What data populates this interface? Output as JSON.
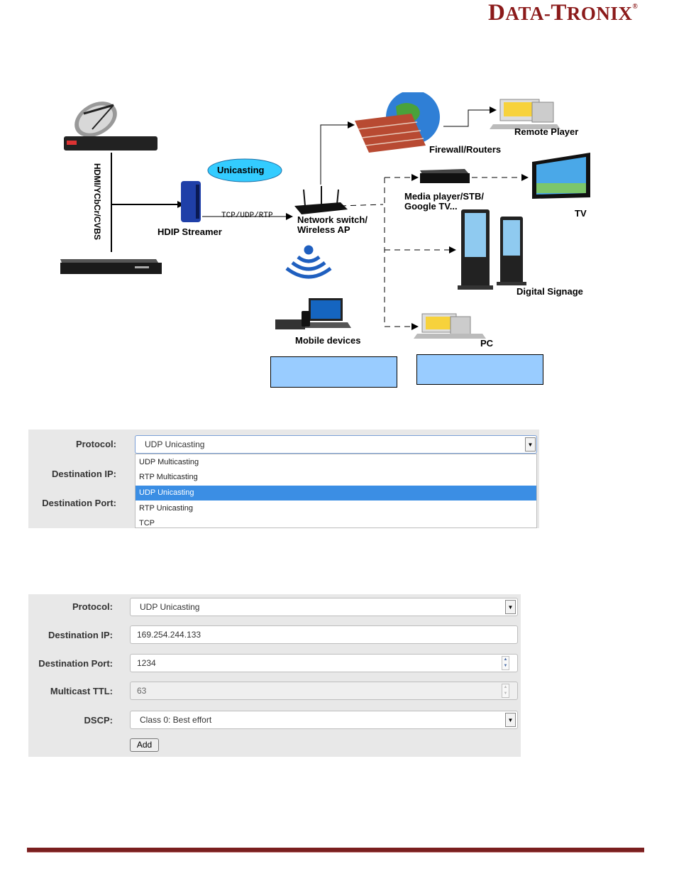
{
  "logo": {
    "first_cap": "D",
    "first_rest": "ATA-",
    "second_cap": "T",
    "second_rest": "RONIX",
    "reg": "®"
  },
  "diagram": {
    "source_cable_label": "HDMI/YCbCr/CVBS",
    "streamer_label": "HDIP Streamer",
    "unicasting_label": "Unicasting",
    "protocol_label": "TCP/UDP/RTP",
    "switch_label_line1": "Network switch/",
    "switch_label_line2": "Wireless AP",
    "firewall_label": "Firewall/Routers",
    "remote_player_label": "Remote Player",
    "media_player_line1": "Media player/STB/",
    "media_player_line2": "Google TV...",
    "tv_label": "TV",
    "signage_label": "Digital Signage",
    "mobile_label": "Mobile devices",
    "pc_label": "PC"
  },
  "form1": {
    "protocol_label": "Protocol:",
    "protocol_value": "UDP Unicasting",
    "dest_ip_label": "Destination IP:",
    "dest_port_label": "Destination Port:",
    "options": [
      "UDP Multicasting",
      "RTP Multicasting",
      "UDP Unicasting",
      "RTP Unicasting",
      "TCP"
    ],
    "selected_option": "UDP Unicasting"
  },
  "form2": {
    "protocol_label": "Protocol:",
    "protocol_value": "UDP Unicasting",
    "dest_ip_label": "Destination IP:",
    "dest_ip_value": "169.254.244.133",
    "dest_port_label": "Destination Port:",
    "dest_port_value": "1234",
    "ttl_label": "Multicast TTL:",
    "ttl_value": "63",
    "dscp_label": "DSCP:",
    "dscp_value": "Class 0: Best effort",
    "add_button": "Add"
  },
  "colors": {
    "brand": "#8b1a1a",
    "callout": "#99ccff",
    "unicast_bubble": "#33ccff",
    "selection": "#3b8ee4"
  }
}
